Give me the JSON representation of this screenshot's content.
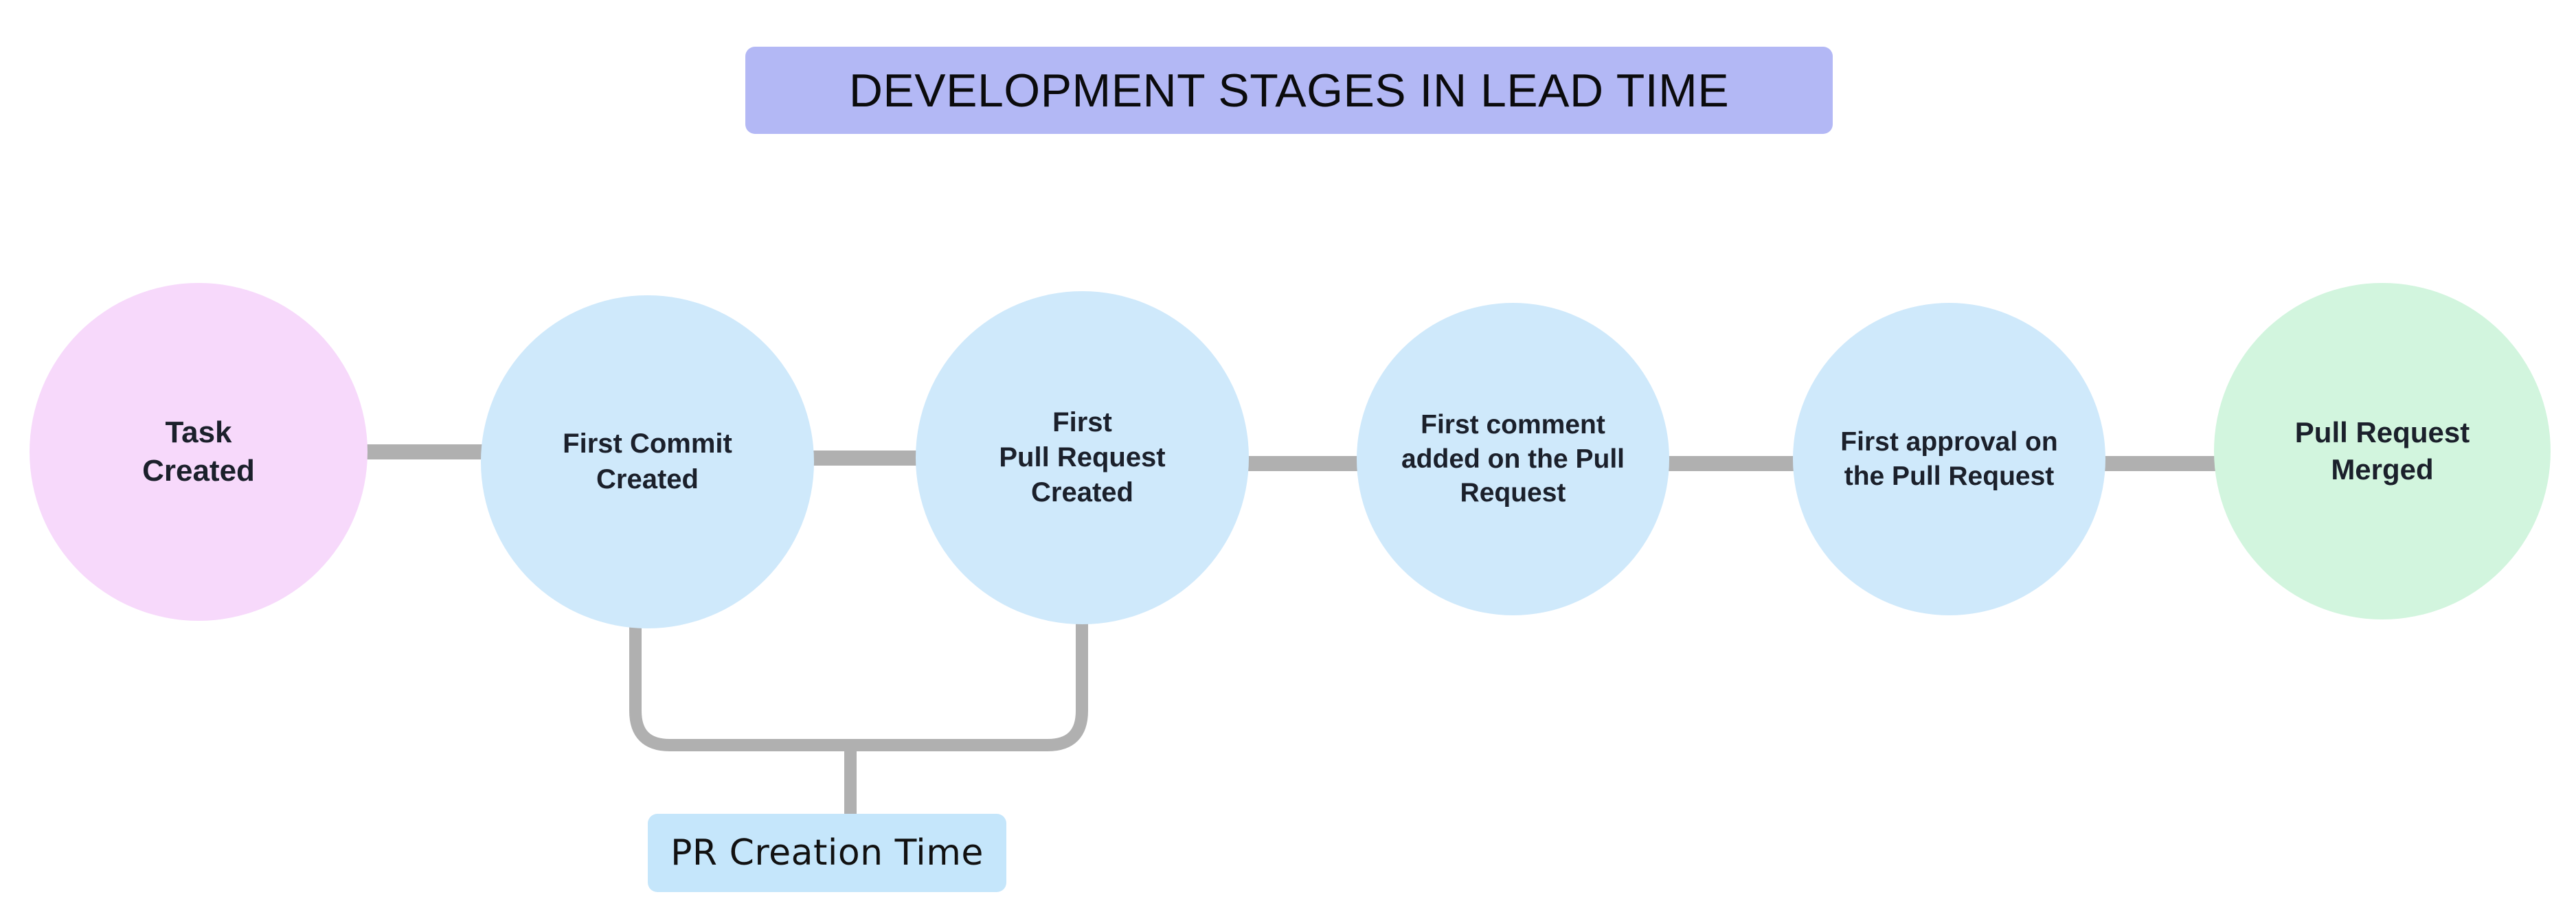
{
  "title": {
    "text": "DEVELOPMENT STAGES IN LEAD TIME",
    "background_color": "#b3b8f5",
    "text_color": "#0b0b0d"
  },
  "diagram": {
    "type": "flow-timeline",
    "orientation": "horizontal",
    "connector_color": "#b0b0b0",
    "nodes": [
      {
        "id": "task-created",
        "label": "Task\nCreated",
        "shape": "circle",
        "fill": "#f7d9fb",
        "text_color": "#1b202b"
      },
      {
        "id": "first-commit",
        "label": "First Commit\nCreated",
        "shape": "circle",
        "fill": "#cfe9fb",
        "text_color": "#1b202b"
      },
      {
        "id": "first-pull-request",
        "label": "First\nPull Request\nCreated",
        "shape": "circle",
        "fill": "#cfe9fb",
        "text_color": "#1b202b"
      },
      {
        "id": "first-comment",
        "label": "First comment\nadded on the Pull\nRequest",
        "shape": "circle",
        "fill": "#cfe9fb",
        "text_color": "#1b202b"
      },
      {
        "id": "first-approval",
        "label": "First approval on\nthe Pull Request",
        "shape": "circle",
        "fill": "#cfe9fb",
        "text_color": "#1b202b"
      },
      {
        "id": "pull-request-merged",
        "label": "Pull Request\nMerged",
        "shape": "circle",
        "fill": "#d2f5de",
        "text_color": "#1b202b"
      }
    ],
    "edges": [
      {
        "from": "task-created",
        "to": "first-commit"
      },
      {
        "from": "first-commit",
        "to": "first-pull-request"
      },
      {
        "from": "first-pull-request",
        "to": "first-comment"
      },
      {
        "from": "first-comment",
        "to": "first-approval"
      },
      {
        "from": "first-approval",
        "to": "pull-request-merged"
      }
    ],
    "annotations": [
      {
        "id": "pr-creation-time",
        "label": "PR Creation Time",
        "spans": [
          "first-commit",
          "first-pull-request"
        ],
        "fill": "#c5e6fb",
        "text_color": "#111111"
      }
    ]
  }
}
